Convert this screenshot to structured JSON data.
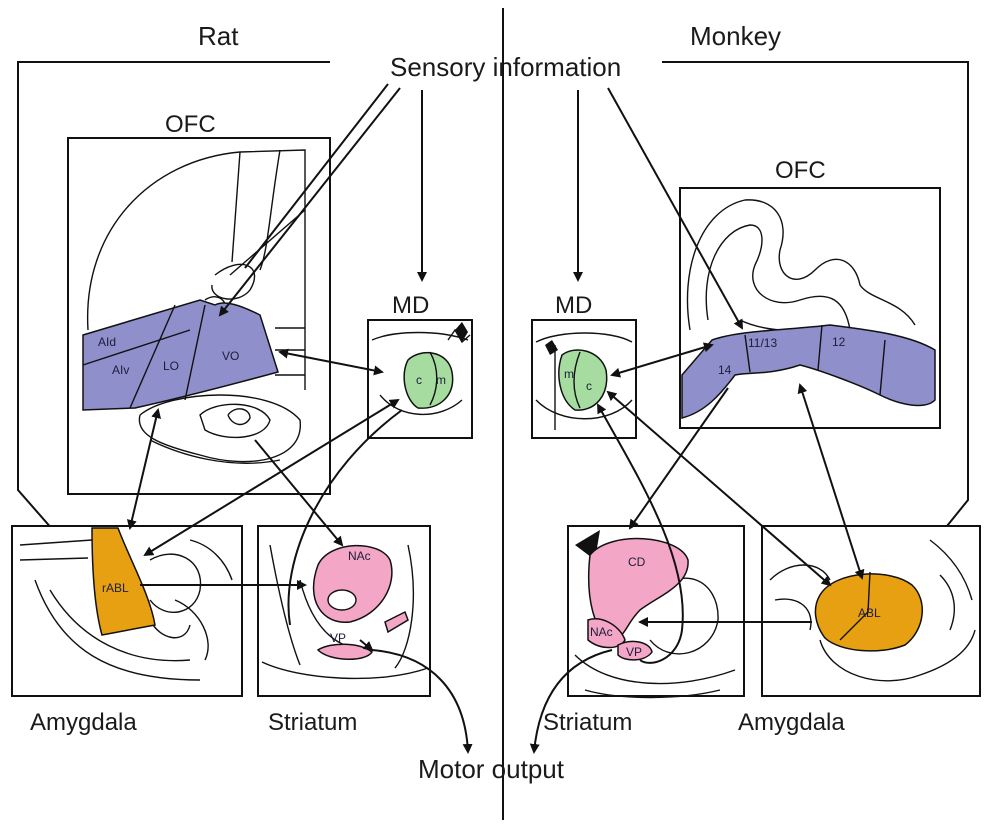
{
  "labels": {
    "rat": "Rat",
    "monkey": "Monkey",
    "sensory": "Sensory information",
    "motor": "Motor output",
    "ofc_left": "OFC",
    "ofc_right": "OFC",
    "md_left": "MD",
    "md_right": "MD",
    "amygdala_left": "Amygdala",
    "striatum_left": "Striatum",
    "striatum_right": "Striatum",
    "amygdala_right": "Amygdala"
  },
  "rat_ofc_regions": {
    "aid": "AId",
    "aiv": "AIv",
    "lo": "LO",
    "vo": "VO"
  },
  "rat_md": {
    "c": "c",
    "m": "m"
  },
  "rat_amygdala": {
    "rabl": "rABL"
  },
  "rat_striatum": {
    "nac": "NAc",
    "vp": "VP"
  },
  "monkey_ofc_regions": {
    "r1113": "11/13",
    "r12": "12",
    "r14": "14"
  },
  "monkey_md": {
    "m": "m",
    "c": "c"
  },
  "monkey_striatum": {
    "cd": "CD",
    "nac": "NAc",
    "vp": "VP"
  },
  "monkey_amygdala": {
    "abl": "ABL"
  },
  "colors": {
    "ofc": "#8f8fcb",
    "md": "#a6dca0",
    "striatum": "#f4a6c6",
    "amygdala": "#e7a012"
  }
}
